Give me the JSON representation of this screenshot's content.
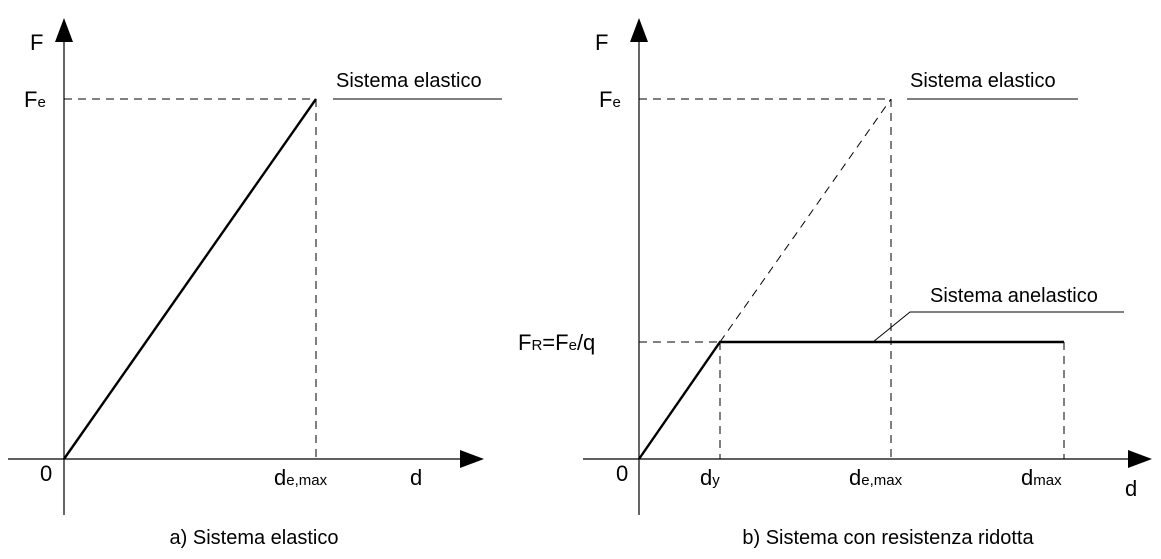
{
  "panel_a": {
    "axis_y": "F",
    "axis_x": "d",
    "origin": "0",
    "fe_main": "F",
    "fe_sub": "e",
    "demax_main": "d",
    "demax_sub": "e,max",
    "curve_label": "Sistema elastico",
    "caption": "a) Sistema elastico"
  },
  "panel_b": {
    "axis_y": "F",
    "axis_x": "d",
    "origin": "0",
    "fe_main": "F",
    "fe_sub": "e",
    "fr_main1": "F",
    "fr_sub1": "R",
    "fr_main2": "=F",
    "fr_sub2": "e",
    "fr_main3": "/q",
    "dy_main": "d",
    "dy_sub": "y",
    "demax_main": "d",
    "demax_sub": "e,max",
    "dmax_main": "d",
    "dmax_sub": "max",
    "elastic_label": "Sistema elastico",
    "inelastic_label": "Sistema anelastico",
    "caption": "b) Sistema con resistenza ridotta"
  }
}
